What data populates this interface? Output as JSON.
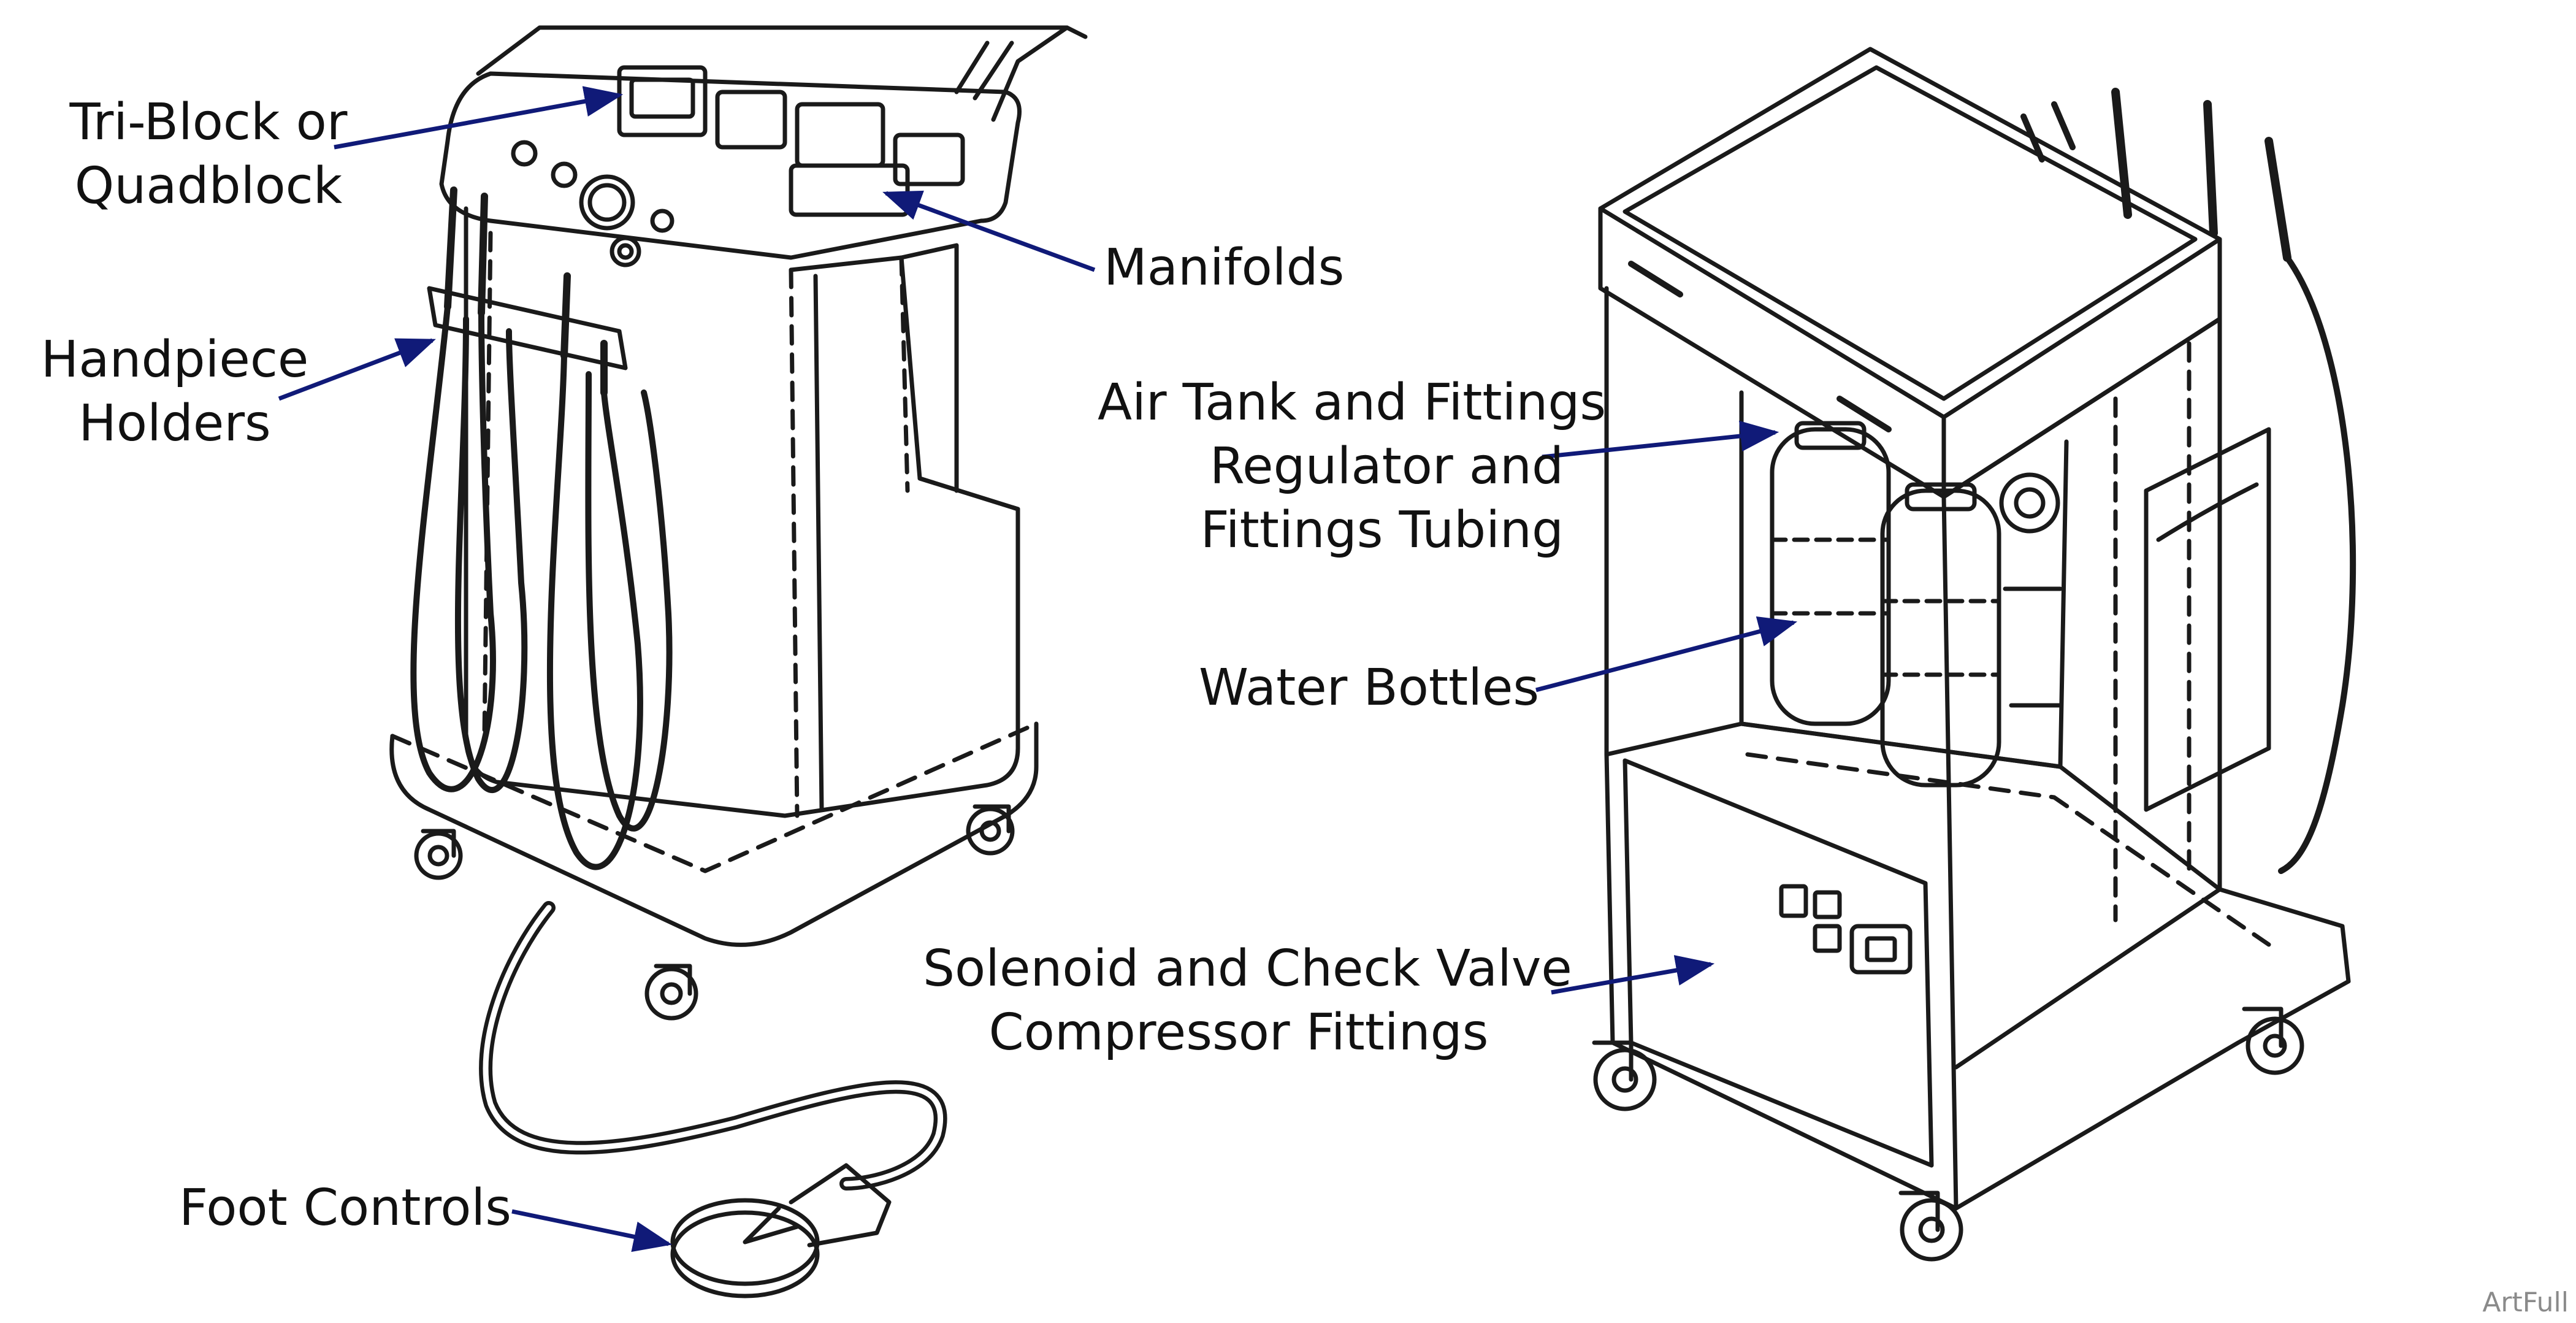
{
  "labels": {
    "triblock": {
      "line1": "Tri-Block or",
      "line2": "Quadblock"
    },
    "manifolds": "Manifolds",
    "handpiece": {
      "line1": "Handpiece",
      "line2": "Holders"
    },
    "foot": "Foot Controls",
    "airtank": {
      "line1": "Air Tank and Fittings",
      "line2": "Regulator and",
      "line3": "Fittings Tubing"
    },
    "water": "Water Bottles",
    "solenoid": {
      "line1": "Solenoid and Check Valve",
      "line2": "Compressor Fittings"
    }
  },
  "watermark": "ArtFull",
  "colors": {
    "leader": "#101a78",
    "line": "#1a1a1a",
    "background": "#ffffff"
  }
}
